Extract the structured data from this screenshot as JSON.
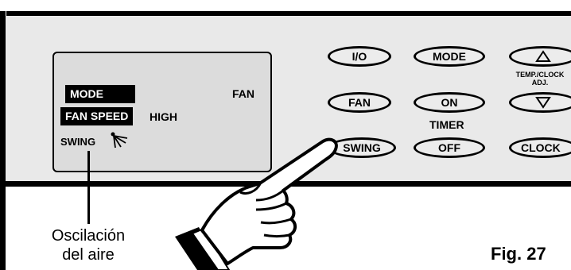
{
  "display": {
    "mode_label": "MODE",
    "mode_value": "FAN",
    "fan_speed_label": "FAN SPEED",
    "fan_speed_value": "HIGH",
    "swing_label": "SWING",
    "swing_icon": "swing-louver-icon"
  },
  "buttons": {
    "power": "I/O",
    "mode": "MODE",
    "temp_up_icon": "up-triangle-icon",
    "temp_down_icon": "down-triangle-icon",
    "fan": "FAN",
    "timer_on": "ON",
    "swing": "SWING",
    "timer_off": "OFF",
    "clock": "CLOCK"
  },
  "labels": {
    "timer": "TIMER",
    "temp_clock_line1": "TEMP./CLOCK",
    "temp_clock_line2": "ADJ."
  },
  "callout": {
    "line1": "Oscilación",
    "line2": "del aire"
  },
  "figure_label": "Fig. 27"
}
